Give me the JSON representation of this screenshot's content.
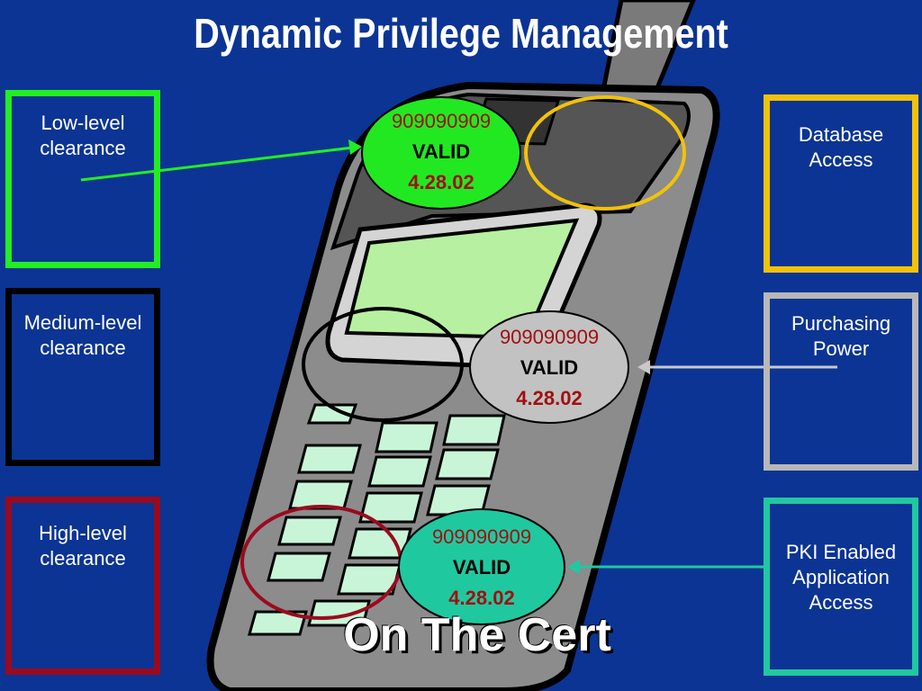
{
  "title": "Dynamic Privilege Management",
  "footer": "On The Cert",
  "left_boxes": [
    {
      "label": "Low-level clearance",
      "color": "#22ee22"
    },
    {
      "label": "Medium-level clearance",
      "color": "#000000"
    },
    {
      "label": "High-level clearance",
      "color": "#9a0a1e"
    }
  ],
  "right_boxes": [
    {
      "label": "Database Access",
      "color": "#f2c20a"
    },
    {
      "label": "Purchasing Power",
      "color": "#b8b8b8"
    },
    {
      "label": "PKI Enabled Application Access",
      "color": "#20c8a0"
    }
  ],
  "certs": [
    {
      "number": "909090909",
      "status": "VALID",
      "date": "4.28.02",
      "fill": "#22e822"
    },
    {
      "number": "909090909",
      "status": "VALID",
      "date": "4.28.02",
      "fill": "#c2c2c2"
    },
    {
      "number": "909090909",
      "status": "VALID",
      "date": "4.28.02",
      "fill": "#20c8a0"
    }
  ]
}
